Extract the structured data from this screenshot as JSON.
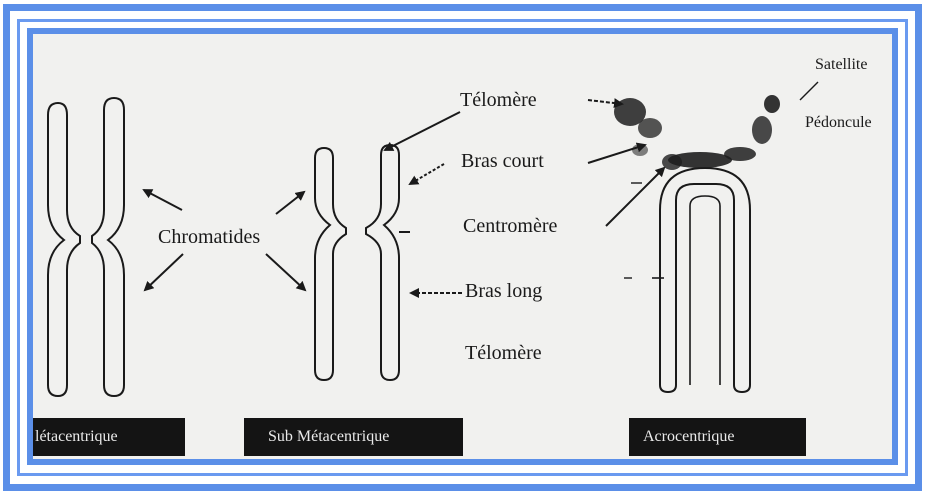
{
  "labels": {
    "chromatides": "Chromatides",
    "telomere_top": "Télomère",
    "bras_court": "Bras court",
    "centromere": "Centromère",
    "bras_long": "Bras long",
    "telomere_bottom": "Télomère",
    "satellite": "Satellite",
    "pedoncule": "Pédoncule"
  },
  "tags": {
    "metacentrique": "létacentrique",
    "sub_metacentrique": "Sub Métacentrique",
    "acrocentrique": "Acrocentrique"
  },
  "colors": {
    "frame": "#5b8fe8",
    "ink": "#1a1a1a",
    "tag_background": "#141414"
  }
}
